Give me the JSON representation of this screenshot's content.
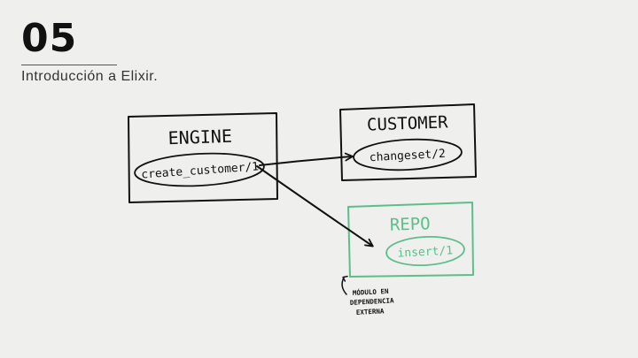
{
  "slide": {
    "number": "05",
    "title": "Introducción a Elixir."
  },
  "diagram": {
    "engine": {
      "label": "ENGINE",
      "function": "create_customer/1"
    },
    "customer": {
      "label": "CUSTOMER",
      "function": "changeset/2"
    },
    "repo": {
      "label": "REPO",
      "function": "insert/1"
    },
    "annotation": {
      "lines": [
        "MÓDULO EN",
        "DEPENDENCIA",
        "EXTERNA"
      ]
    },
    "colors": {
      "ink": "#111111",
      "external": "#5cbf8a"
    }
  }
}
